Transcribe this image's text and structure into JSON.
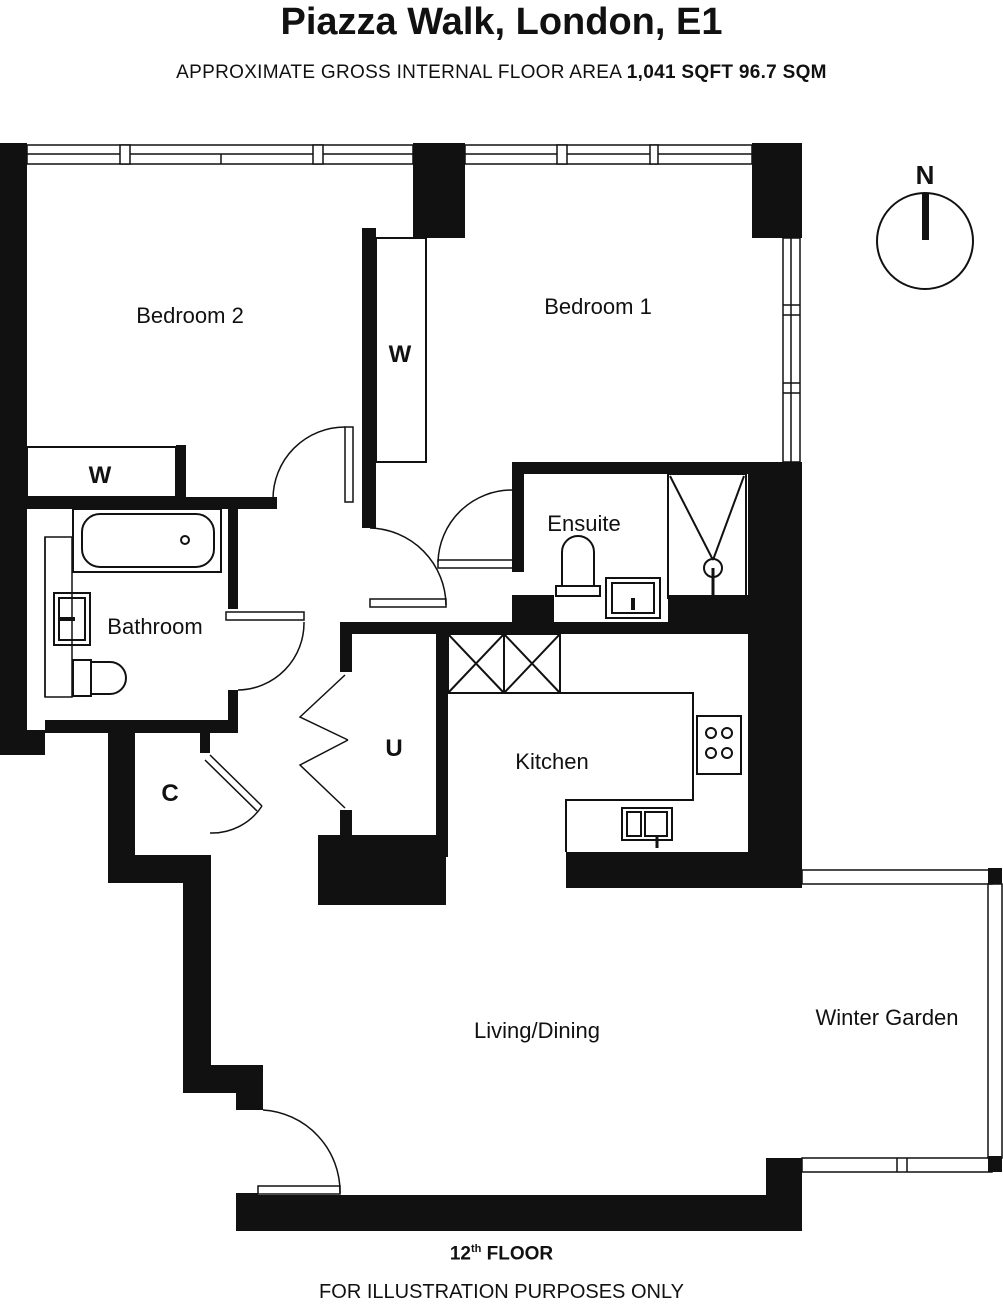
{
  "header": {
    "title": "Piazza Walk, London, E1",
    "area_prefix": "APPROXIMATE GROSS INTERNAL FLOOR AREA",
    "area_value": "1,041 SQFT 96.7 SQM"
  },
  "compass": {
    "label": "N"
  },
  "rooms": {
    "bedroom2": "Bedroom 2",
    "bedroom1": "Bedroom 1",
    "wardrobe_b1": "W",
    "wardrobe_b2": "W",
    "ensuite": "Ensuite",
    "bathroom": "Bathroom",
    "utility": "U",
    "cupboard": "C",
    "kitchen": "Kitchen",
    "living": "Living/Dining",
    "winter_garden": "Winter Garden"
  },
  "footer": {
    "floor_number": "12",
    "floor_suffix": "th",
    "floor_word": "FLOOR",
    "disclaimer": "FOR ILLUSTRATION PURPOSES ONLY"
  },
  "colors": {
    "wall": "#111111",
    "background": "#ffffff"
  }
}
